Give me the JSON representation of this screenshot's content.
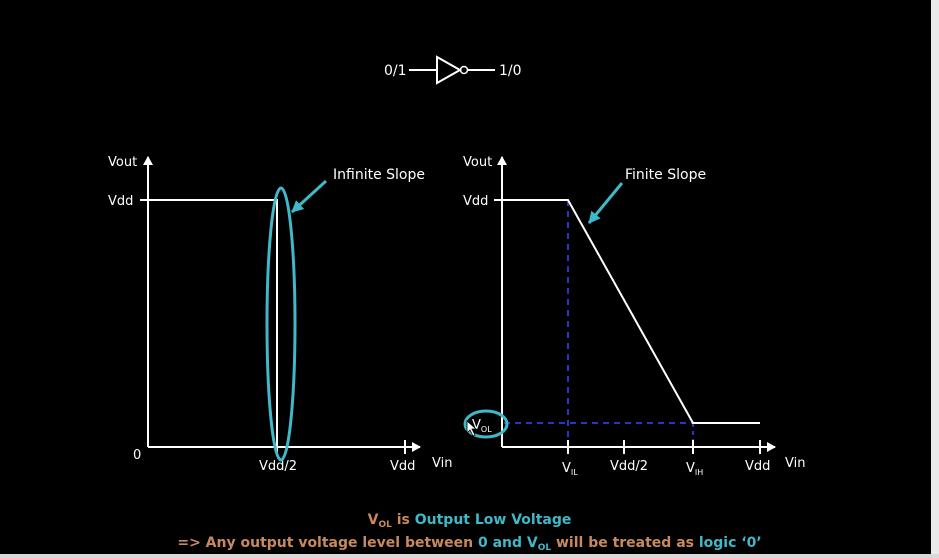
{
  "inverter": {
    "input_label": "0/1",
    "output_label": "1/0"
  },
  "left_plot": {
    "y_axis_label": "Vout",
    "x_axis_label": "Vin",
    "vdd_tick": "Vdd",
    "origin_label": "0",
    "mid_tick": "Vdd/2",
    "x_end_tick": "Vdd",
    "annotation": "Infinite Slope"
  },
  "right_plot": {
    "y_axis_label": "Vout",
    "x_axis_label": "Vin",
    "vdd_tick": "Vdd",
    "vol_main": "V",
    "vol_sub": "OL",
    "vil_main": "V",
    "vil_sub": "IL",
    "mid_tick": "Vdd/2",
    "vih_main": "V",
    "vih_sub": "IH",
    "x_end_tick": "Vdd",
    "annotation": "Finite Slope"
  },
  "caption": {
    "line1_v": "V",
    "line1_sub": "OL",
    "line1_is": " is ",
    "line1_term": "Output Low Voltage",
    "line2_pre": "=> Any output voltage level between ",
    "line2_zero_and": "0 and V",
    "line2_sub": "OL",
    "line2_mid": " will be treated as ",
    "line2_logic": "logic ‘0’"
  },
  "colors": {
    "background": "#000000",
    "line": "#ffffff",
    "highlight": "#3fb8c8",
    "guide": "#2a35c8",
    "caption": "#c9895e"
  }
}
